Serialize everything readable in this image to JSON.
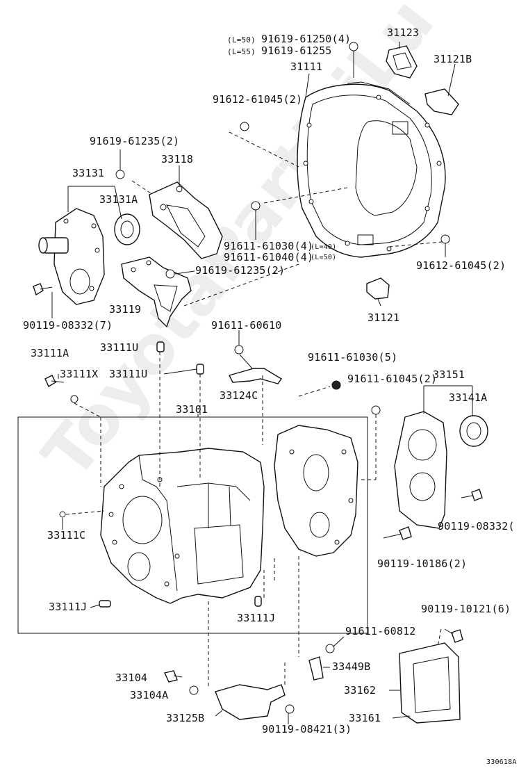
{
  "diagram": {
    "watermark": "ToyotaPartMiLu",
    "figure_code": "330618A",
    "labels": {
      "p31123": "31123",
      "p31121B": "31121B",
      "bolt_l50": "(L=50)",
      "bolt_l50_num": "91619-61250(4)",
      "bolt_l55": "(L=55)",
      "bolt_l55_num": "91619-61255",
      "p31111": "31111",
      "p91612_top": "91612-61045(2)",
      "p91619_61235_top": "91619-61235(2)",
      "p33118": "33118",
      "p33131": "33131",
      "p33131A": "33131A",
      "p91611_61030_4": "91611-61030(4)",
      "p91611_61040": "91611-61040(4)",
      "p91611_l1": "(L=40)",
      "p91611_l2": "(L=50)",
      "p91612_right": "91612-61045(2)",
      "p91619_61235_mid": "91619-61235(2)",
      "p33119": "33119",
      "p90119_08332_7": "90119-08332(7)",
      "p31121": "31121",
      "p91611_60610": "91611-60610",
      "p33111A": "33111A",
      "p33111U_a": "33111U",
      "p33111X": "33111X",
      "p33111U_b": "33111U",
      "p91611_61030_5": "91611-61030(5)",
      "p91611_61045_2": "91611-61045(2)",
      "p33151": "33151",
      "p33124C": "33124C",
      "p33141A": "33141A",
      "p33101": "33101",
      "p33111C": "33111C",
      "p90119_08332_r": "90119-08332(",
      "p90119_10186": "90119-10186(2)",
      "p33111J_a": "33111J",
      "p33111J_b": "33111J",
      "p90119_10121": "90119-10121(6)",
      "p91611_60812": "91611-60812",
      "p33449B": "33449B",
      "p33104": "33104",
      "p33104A": "33104A",
      "p33162": "33162",
      "p33125B": "33125B",
      "p33161": "33161",
      "p90119_08421": "90119-08421(3)"
    }
  }
}
